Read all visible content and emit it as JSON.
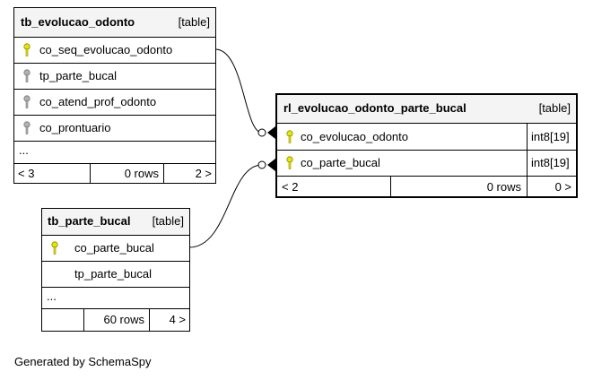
{
  "colors": {
    "pk_key": "#e6e600",
    "fk_key": "#b0b0b0",
    "header_bg": "#f4f4f4"
  },
  "tables": {
    "evolucao": {
      "name": "tb_evolucao_odonto",
      "kind": "[table]",
      "columns": [
        {
          "name": "co_seq_evolucao_odonto",
          "icon": "primary-key-icon"
        },
        {
          "name": "tp_parte_bucal",
          "icon": "foreign-key-icon"
        },
        {
          "name": "co_atend_prof_odonto",
          "icon": "foreign-key-icon"
        },
        {
          "name": "co_prontuario",
          "icon": "foreign-key-icon"
        }
      ],
      "more": "...",
      "footer": {
        "parents": "< 3",
        "rows": "0 rows",
        "children": "2 >"
      }
    },
    "rl": {
      "name": "rl_evolucao_odonto_parte_bucal",
      "kind": "[table]",
      "columns": [
        {
          "name": "co_evolucao_odonto",
          "type": "int8[19]",
          "icon": "primary-key-icon"
        },
        {
          "name": "co_parte_bucal",
          "type": "int8[19]",
          "icon": "primary-key-icon"
        }
      ],
      "footer": {
        "parents": "< 2",
        "rows": "0 rows",
        "children": "0 >"
      }
    },
    "parte": {
      "name": "tb_parte_bucal",
      "kind": "[table]",
      "columns": [
        {
          "name": "co_parte_bucal",
          "icon": "primary-key-icon"
        },
        {
          "name": "tp_parte_bucal"
        }
      ],
      "more": "...",
      "footer": {
        "parents": "",
        "rows": "60 rows",
        "children": "4 >"
      }
    }
  },
  "footer_text": "Generated by SchemaSpy"
}
